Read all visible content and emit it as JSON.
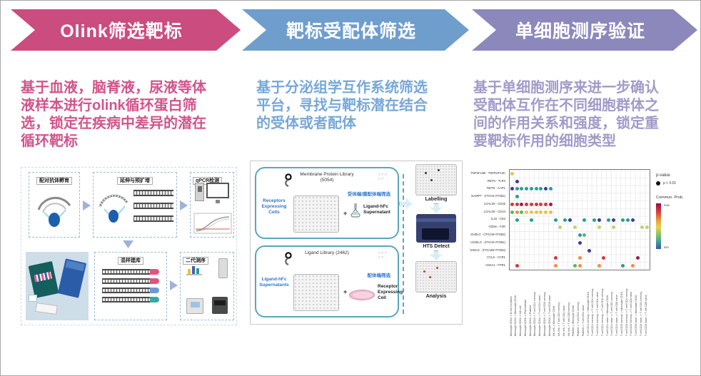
{
  "steps": [
    {
      "label": "Olink筛选靶标",
      "color": "#cb4c7f"
    },
    {
      "label": "靶标受配体筛选",
      "color": "#6f9ecd"
    },
    {
      "label": "单细胞测序验证",
      "color": "#8d88bc"
    }
  ],
  "descriptions": [
    {
      "text": "基于血液，脑脊液，尿液等体\n液样本进行olink循环蛋白筛\n选，锁定在疾病中差异的潜在\n循环靶标",
      "color": "#d2548b"
    },
    {
      "text": "基于分泌组学互作系统筛选\n平台，寻找与靶标潜在结合\n的受体或者配体",
      "color": "#77a8d8"
    },
    {
      "text": "基于单细胞测序来进一步确认\n受配体互作在不同细胞群体之\n间的作用关系和强度，锁定重\n要靶标作用的细胞类型",
      "color": "#a29ac9"
    }
  ],
  "olink_panel": {
    "step1": "配对抗体孵育",
    "step2": "延伸与预扩增",
    "step3": "qPCR检测",
    "step4": "混样建库",
    "step5": "二代测序"
  },
  "screening_panel": {
    "receptor_box": {
      "library": "Membrane Protein Library (5054)",
      "mode_label": "受体端/膜配体端筛选",
      "cells_label": "Receptors Expressing Cells",
      "plus": "+",
      "supernatant_label": "Ligand-hFc Supernatant"
    },
    "ligand_box": {
      "library": "Ligand Library (2462)",
      "mode_label": "配体端筛选",
      "cells_label": "Ligand-hFc Supernatants",
      "plus": "+",
      "cell_label": "Receptor Expressing Cell"
    },
    "pipeline": [
      "Labelling",
      "HTS Detect",
      "Analysis"
    ]
  },
  "chart_data": {
    "type": "scatter",
    "title": "",
    "xlabel": "",
    "ylabel": "",
    "grid": true,
    "legend_position": "right",
    "rows": [
      "TNFSF13B - TNFRSF13C",
      "RETN - TLR4",
      "RETN - CAP1",
      "NAMPT - (ITGA5+ITGB1)",
      "LGALS9 - CD45",
      "LGALS9 - CD44",
      "IL16 - CD4",
      "GZMA - F2R",
      "CD40LG - (ITGAM+ITGB2)",
      "CD40LG - (ITGA5+ITGB1)",
      "CD40LG - (ITGA2B+ITGB3)",
      "CCL5 - CCR1",
      "ANXA1 - FPR1"
    ],
    "columns": [
      "Monocyte CD16 -> B cell immature",
      "Monocyte CD16 -> Monocyte CD16",
      "Monocyte CD16 -> NK cell",
      "Monocyte CD16 -> Plasmablast",
      "Monocyte CD16 -> Platelet",
      "Monocyte CD16 -> T cell CD4 memory",
      "Monocyte CD16 -> T cell CD4 naive",
      "Monocyte CD16 -> T cell CD8 memory",
      "Monocyte CD16 -> T cell CD8 naive",
      "NK cell -> Monocyte CD16",
      "NK cell -> T cell CD4 memory",
      "NK cell -> T cell CD4 naive",
      "NK cell -> T cell CD8 memory",
      "Platelet -> Monocyte CD16",
      "Platelet -> T cell CD4 memory",
      "Platelet -> T cell CD4 naive",
      "T cell CD4 memory -> Monocyte CD16",
      "T cell CD4 memory -> T cell CD4 memory",
      "T cell CD4 memory -> T cell CD4 naive",
      "T cell CD4 memory -> T cell CD8 memory",
      "T cell CD4 naive -> Monocyte CD16",
      "T cell CD4 naive -> T cell CD4 memory",
      "T cell CD4 naive -> T cell CD8 naive",
      "T cell CD8 memory -> Monocyte CD16",
      "T cell CD8 memory -> T cell CD4 memory",
      "T cell CD8 memory -> T cell CD8 naive",
      "T cell CD8 naive -> Monocyte CD16",
      "T cell CD8 naive -> T cell CD4 memory",
      "T cell CD8 naive -> T cell CD8 naive"
    ],
    "palette": {
      "y": "#e6c44a",
      "n": "#3c3d99",
      "t": "#2a9d97",
      "r": "#d6373b",
      "d": "#9c1b50",
      "o": "#ec9140",
      "g": "#58b768",
      "l": "#c3d366"
    },
    "dots": [
      [
        0,
        0,
        "y"
      ],
      [
        1,
        1,
        "n"
      ],
      [
        2,
        0,
        "n"
      ],
      [
        2,
        1,
        "t"
      ],
      [
        2,
        2,
        "t"
      ],
      [
        2,
        3,
        "t"
      ],
      [
        2,
        4,
        "t"
      ],
      [
        2,
        5,
        "t"
      ],
      [
        2,
        6,
        "t"
      ],
      [
        2,
        7,
        "n"
      ],
      [
        2,
        8,
        "t"
      ],
      [
        3,
        1,
        "t"
      ],
      [
        4,
        0,
        "r"
      ],
      [
        4,
        1,
        "r"
      ],
      [
        4,
        2,
        "d"
      ],
      [
        4,
        3,
        "r"
      ],
      [
        4,
        4,
        "r"
      ],
      [
        4,
        5,
        "r"
      ],
      [
        4,
        6,
        "r"
      ],
      [
        4,
        7,
        "r"
      ],
      [
        4,
        8,
        "d"
      ],
      [
        5,
        0,
        "g"
      ],
      [
        5,
        1,
        "o"
      ],
      [
        5,
        2,
        "g"
      ],
      [
        5,
        3,
        "y"
      ],
      [
        5,
        4,
        "y"
      ],
      [
        5,
        5,
        "y"
      ],
      [
        5,
        6,
        "y"
      ],
      [
        5,
        7,
        "y"
      ],
      [
        5,
        8,
        "y"
      ],
      [
        6,
        1,
        "t"
      ],
      [
        6,
        4,
        "t"
      ],
      [
        6,
        9,
        "t"
      ],
      [
        6,
        11,
        "t"
      ],
      [
        6,
        12,
        "n"
      ],
      [
        6,
        15,
        "t"
      ],
      [
        6,
        17,
        "t"
      ],
      [
        6,
        18,
        "n"
      ],
      [
        6,
        20,
        "t"
      ],
      [
        6,
        21,
        "n"
      ],
      [
        6,
        23,
        "t"
      ],
      [
        6,
        24,
        "t"
      ],
      [
        6,
        25,
        "n"
      ],
      [
        7,
        10,
        "l"
      ],
      [
        7,
        13,
        "l"
      ],
      [
        7,
        18,
        "l"
      ],
      [
        7,
        21,
        "l"
      ],
      [
        7,
        27,
        "l"
      ],
      [
        7,
        28,
        "l"
      ],
      [
        8,
        14,
        "t"
      ],
      [
        8,
        15,
        "g"
      ],
      [
        9,
        14,
        "n"
      ],
      [
        10,
        16,
        "n"
      ],
      [
        11,
        9,
        "r"
      ],
      [
        11,
        14,
        "o"
      ],
      [
        11,
        19,
        "r"
      ],
      [
        11,
        26,
        "d"
      ],
      [
        12,
        1,
        "r"
      ],
      [
        12,
        9,
        "o"
      ],
      [
        12,
        13,
        "g"
      ],
      [
        12,
        14,
        "o"
      ],
      [
        12,
        18,
        "o"
      ],
      [
        12,
        23,
        "t"
      ],
      [
        12,
        25,
        "o"
      ]
    ],
    "legend": {
      "pvalue_label": "p-value",
      "pvalue_item": "p < 0.01",
      "colorbar_label": "Commun. Prob.",
      "max": "max",
      "min": "min"
    }
  }
}
